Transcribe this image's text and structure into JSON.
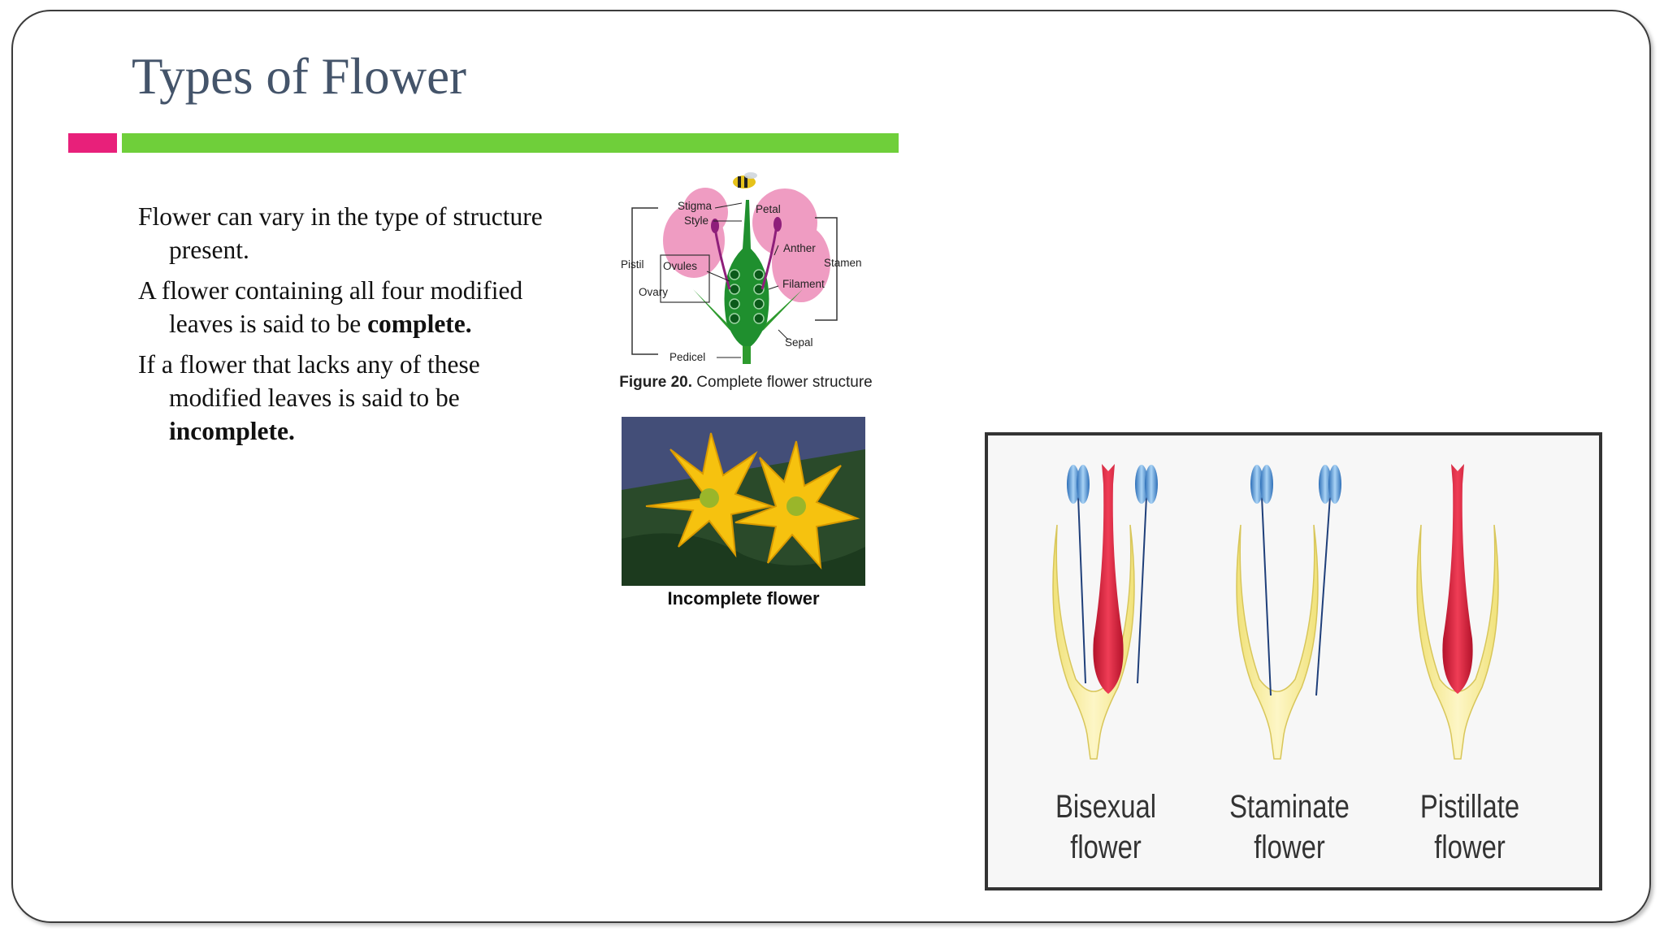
{
  "slide": {
    "title": "Types of Flower",
    "accent_colors": {
      "pink": "#e8207a",
      "green": "#6fcf3a",
      "title": "#44546a"
    }
  },
  "body": {
    "p1": "Flower can vary in the type of structure present.",
    "p2_text": "A flower containing all four modified leaves is said to be",
    "p2_bold": "complete.",
    "p3_text": "If a flower that lacks any of these modified leaves is said to be",
    "p3_bold": "incomplete."
  },
  "figure": {
    "labels": {
      "stigma": "Stigma",
      "style": "Style",
      "petal": "Petal",
      "pistil": "Pistil",
      "ovules": "Ovules",
      "anther": "Anther",
      "stamen": "Stamen",
      "ovary": "Ovary",
      "filament": "Filament",
      "sepal": "Sepal",
      "pedicel": "Pedicel"
    },
    "caption_bold": "Figure 20.",
    "caption_text": "Complete flower structure"
  },
  "photo": {
    "caption": "Incomplete flower"
  },
  "panel": {
    "flowers": [
      {
        "line1": "Bisexual",
        "line2": "flower"
      },
      {
        "line1": "Staminate",
        "line2": "flower"
      },
      {
        "line1": "Pistillate",
        "line2": "flower"
      }
    ]
  }
}
